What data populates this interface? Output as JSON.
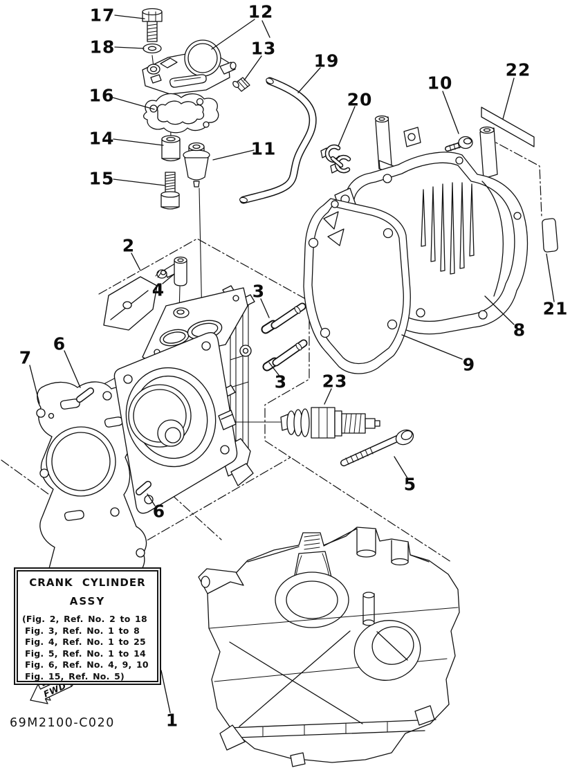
{
  "figure": {
    "colors": {
      "ink": "#111111",
      "paper": "#ffffff"
    },
    "drawing_code": "69M2100-C020",
    "fwd_label": "FWD",
    "info_box": {
      "title_line1": "CRANK CYLINDER",
      "title_line2": "ASSY",
      "ref_lines": [
        "(Fig. 2, Ref. No. 2 to 18",
        "Fig. 3, Ref. No. 1 to 8",
        "Fig. 4, Ref. No. 1 to 25",
        "Fig. 5, Ref. No. 1 to 14",
        "Fig. 6, Ref. No. 4, 9, 10",
        "Fig. 15, Ref. No. 5)"
      ]
    },
    "callouts": [
      {
        "label": "17"
      },
      {
        "label": "18"
      },
      {
        "label": "16"
      },
      {
        "label": "14"
      },
      {
        "label": "15"
      },
      {
        "label": "12"
      },
      {
        "label": "13"
      },
      {
        "label": "11"
      },
      {
        "label": "19"
      },
      {
        "label": "20"
      },
      {
        "label": "10"
      },
      {
        "label": "22"
      },
      {
        "label": "2"
      },
      {
        "label": "4"
      },
      {
        "label": "3"
      },
      {
        "label": "3"
      },
      {
        "label": "6"
      },
      {
        "label": "7"
      },
      {
        "label": "6"
      },
      {
        "label": "23"
      },
      {
        "label": "5"
      },
      {
        "label": "8"
      },
      {
        "label": "9"
      },
      {
        "label": "21"
      },
      {
        "label": "1"
      }
    ]
  }
}
